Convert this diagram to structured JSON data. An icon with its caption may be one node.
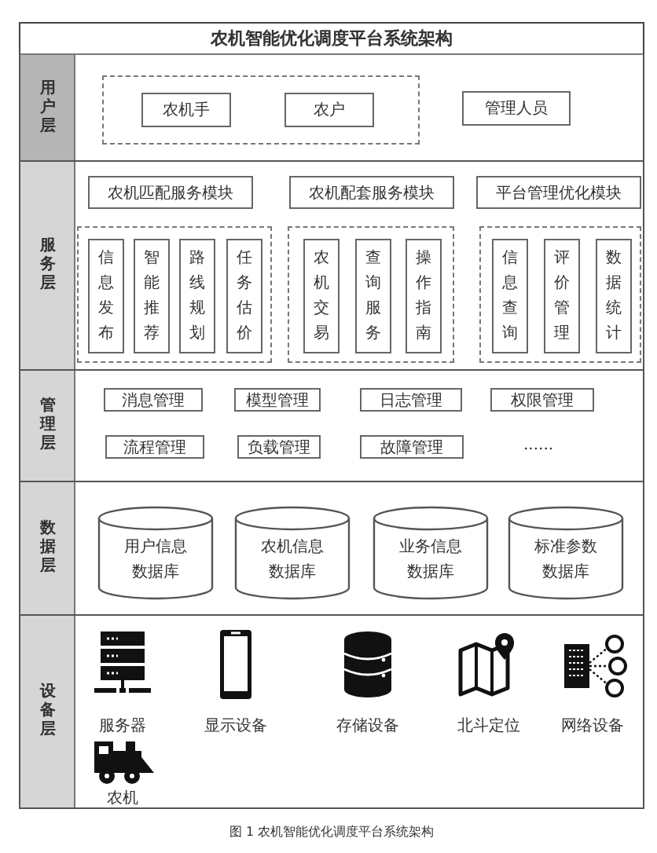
{
  "diagram": {
    "title": "农机智能优化调度平台系统架构",
    "caption": "图 1 农机智能优化调度平台系统架构",
    "nodes": [
      {
        "text": [
          "用户层"
        ]
      },
      {
        "text": [],
        "shape": "box",
        "in": 0
      },
      {
        "text": [
          "农机手"
        ],
        "in": 1
      },
      {
        "text": [
          "农户"
        ],
        "in": 1
      },
      {
        "text": [
          "管理人员"
        ],
        "in": 0
      },
      {
        "text": [
          "服务层"
        ]
      },
      {
        "text": [
          "农机匹配服务模块"
        ],
        "in": 5
      },
      {
        "text": [
          "农机配套服务模块"
        ],
        "in": 5
      },
      {
        "text": [
          "平台管理优化模块"
        ],
        "in": 5
      },
      {
        "text": [],
        "shape": "box",
        "in": 5
      },
      {
        "text": [
          "信息发布"
        ],
        "in": 9
      },
      {
        "text": [
          "智能推荐"
        ],
        "in": 9
      },
      {
        "text": [
          "路线规划"
        ],
        "in": 9
      },
      {
        "text": [
          "任务估价"
        ],
        "in": 9
      },
      {
        "text": [],
        "shape": "box",
        "in": 5
      },
      {
        "text": [
          "农机交易"
        ],
        "in": 14
      },
      {
        "text": [
          "查询服务"
        ],
        "in": 14
      },
      {
        "text": [
          "操作指南"
        ],
        "in": 14
      },
      {
        "text": [],
        "shape": "box",
        "in": 5
      },
      {
        "text": [
          "信息查询"
        ],
        "in": 18
      },
      {
        "text": [
          "评价管理"
        ],
        "in": 18
      },
      {
        "text": [
          "数据统计"
        ],
        "in": 18
      },
      {
        "text": [
          "管理层"
        ]
      },
      {
        "text": [
          "消息管理"
        ],
        "in": 22
      },
      {
        "text": [
          "模型管理"
        ],
        "in": 22
      },
      {
        "text": [
          "日志管理"
        ],
        "in": 22
      },
      {
        "text": [
          "权限管理"
        ],
        "in": 22
      },
      {
        "text": [
          "流程管理"
        ],
        "in": 22
      },
      {
        "text": [
          "负载管理"
        ],
        "in": 22
      },
      {
        "text": [
          "故障管理"
        ],
        "in": 22
      },
      {
        "text": [
          "数据层"
        ]
      },
      {
        "text": [
          "用户信息数据库"
        ],
        "in": 30
      },
      {
        "text": [
          "农机信息数据库"
        ],
        "in": 30
      },
      {
        "text": [
          "业务信息数据库"
        ],
        "in": 30
      },
      {
        "text": [
          "标准参数数据库"
        ],
        "in": 30
      },
      {
        "text": [
          "设备层"
        ]
      },
      {
        "text": [
          "服务器"
        ],
        "in": 35
      },
      {
        "text": [
          "显示设备"
        ],
        "in": 35
      },
      {
        "text": [
          "存储设备"
        ],
        "in": 35
      },
      {
        "text": [
          "北斗定位"
        ],
        "in": 35
      },
      {
        "text": [
          "网络设备"
        ],
        "in": 35
      },
      {
        "text": [
          "农机"
        ],
        "in": 35
      }
    ],
    "labels": [
      "......"
    ]
  }
}
